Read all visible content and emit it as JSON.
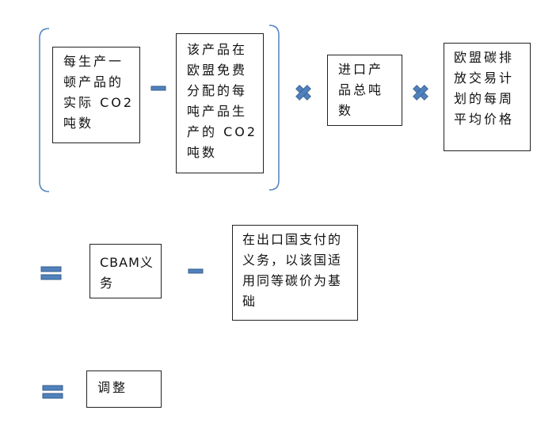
{
  "colors": {
    "operator_fill": "#4f81bd",
    "operator_stroke": "#385d8a",
    "bracket": "#4f81bd"
  },
  "row1": {
    "box_actual_emissions": "每生产一顿产品的实际 CO2吨数",
    "box_free_allocation": "该产品在欧盟免费分配的每吨产品生产的 CO2吨数",
    "box_import_tonnage": "进口产品总吨数",
    "box_eu_ets_price": "欧盟碳排放交易计划的每周平均价格"
  },
  "row2": {
    "box_cbam_obligation": "CBAM义务",
    "box_export_country_paid": "在出口国支付的义务，以该国适用同等碳价为基础"
  },
  "row3": {
    "box_adjustment": "调整"
  },
  "operators": {
    "minus": "minus",
    "multiply": "multiply",
    "equals": "equals"
  }
}
